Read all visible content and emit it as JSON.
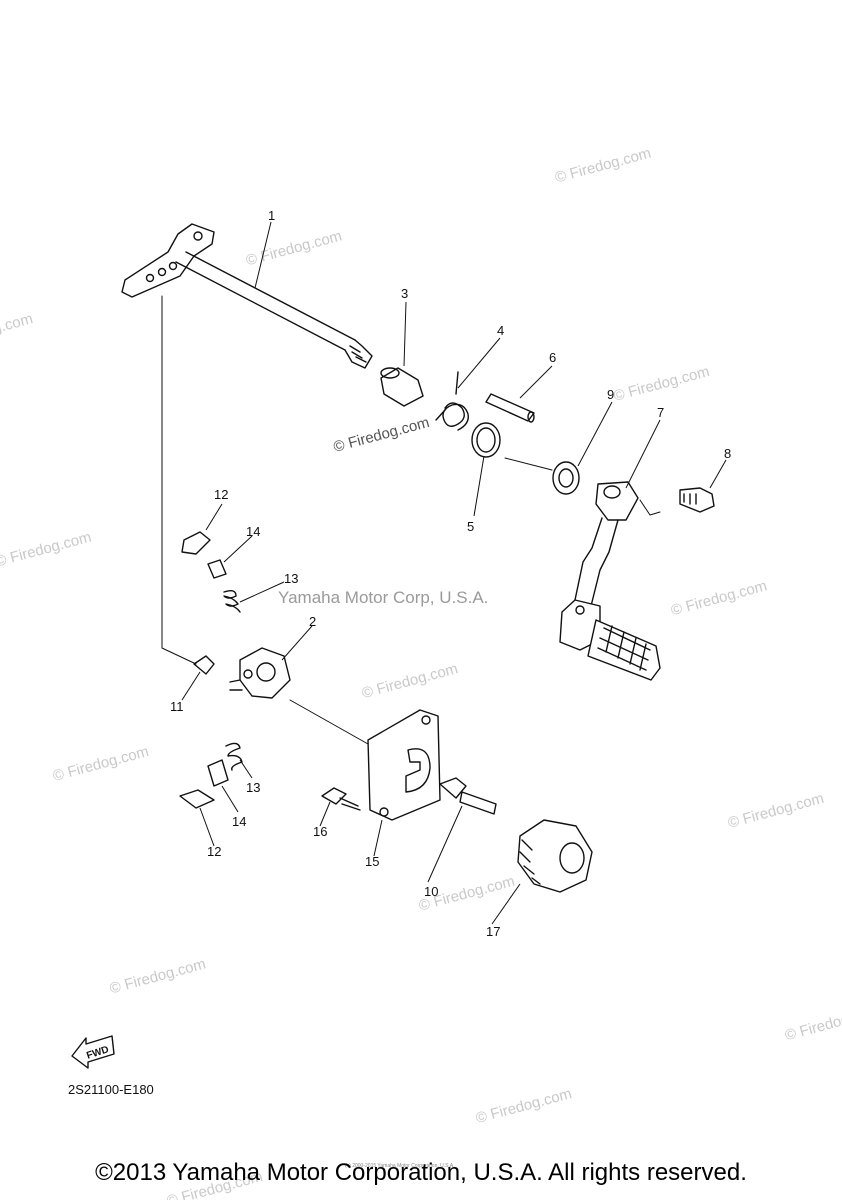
{
  "watermark": {
    "text": "© Firedog.com",
    "center_text": "Yamaha Motor Corp, U.S.A.",
    "small_text": "(c) 2000-2015 Yamaha Motor Corporation, U.S.A."
  },
  "callouts": [
    "1",
    "2",
    "3",
    "4",
    "5",
    "6",
    "7",
    "8",
    "9",
    "10",
    "11",
    "12",
    "12",
    "13",
    "13",
    "14",
    "14",
    "15",
    "16",
    "17"
  ],
  "fwd_label": "FWD",
  "diagram_code": "2S21100-E180",
  "footer": "©2013 Yamaha Motor Corporation, U.S.A. All rights reserved.",
  "colors": {
    "line": "#111111",
    "watermark": "#c9c9c9"
  }
}
